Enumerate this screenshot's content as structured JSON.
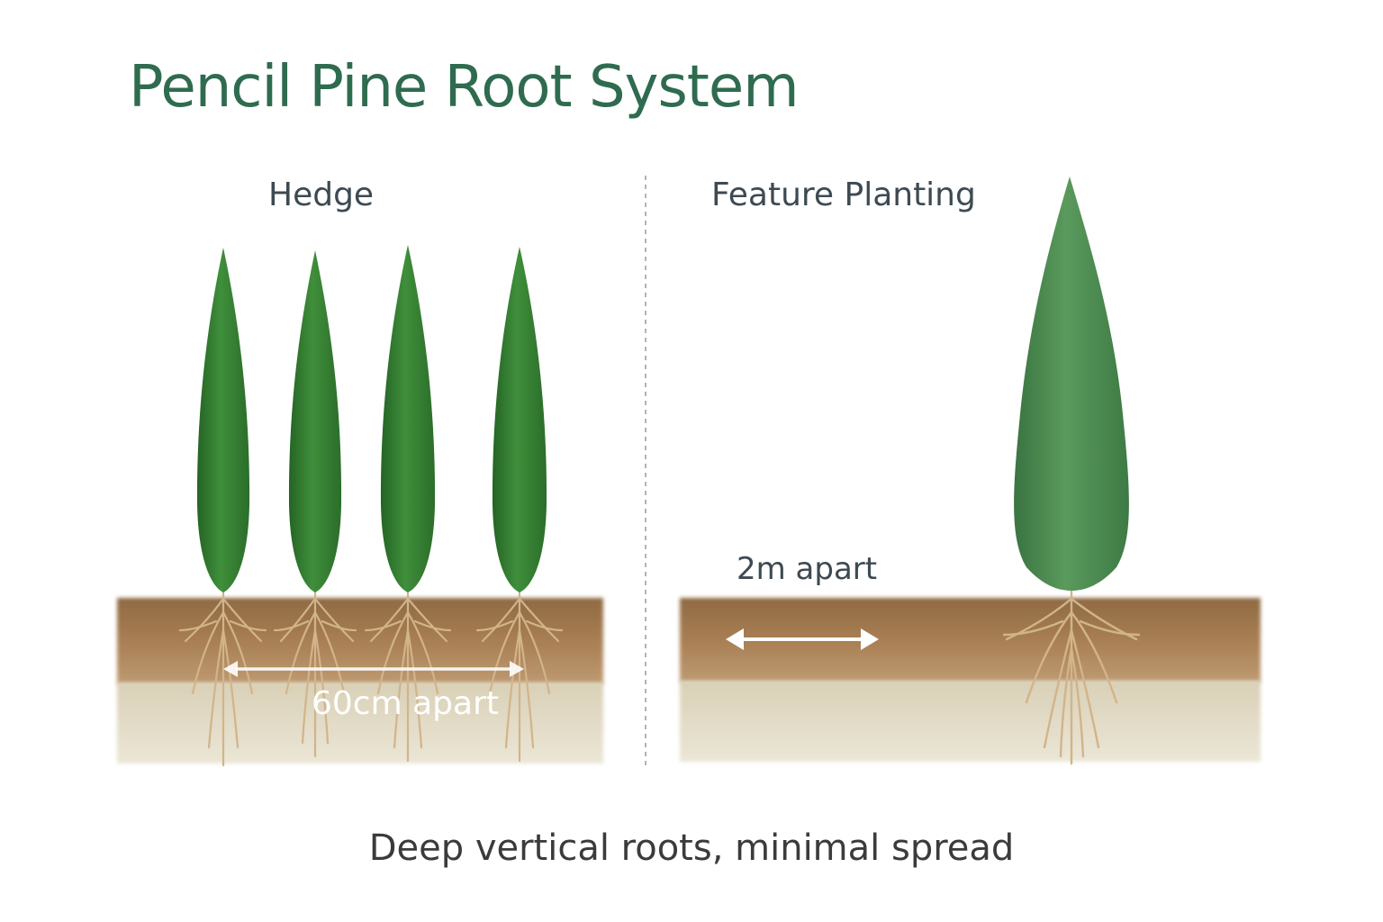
{
  "title": "Pencil Pine Root System",
  "caption": "Deep vertical roots, minimal spread",
  "panels": {
    "hedge": {
      "heading": "Hedge",
      "spacing_label": "60cm apart",
      "tree_count": 4
    },
    "feature": {
      "heading": "Feature Planting",
      "spacing_label": "2m apart",
      "tree_count": 1
    }
  },
  "colors": {
    "title": "#2f6b4f",
    "heading": "#3d4a52",
    "caption": "#3b3b3b",
    "foliage": "#3c8a3a",
    "foliage_dark": "#2a6a2a",
    "foliage_feature": "#4e8f52",
    "topsoil": "#a67c52",
    "subsoil": "#ded6bf",
    "root": "#c9a77c",
    "divider": "#9a9a9a",
    "arrow": "#ffffff"
  }
}
